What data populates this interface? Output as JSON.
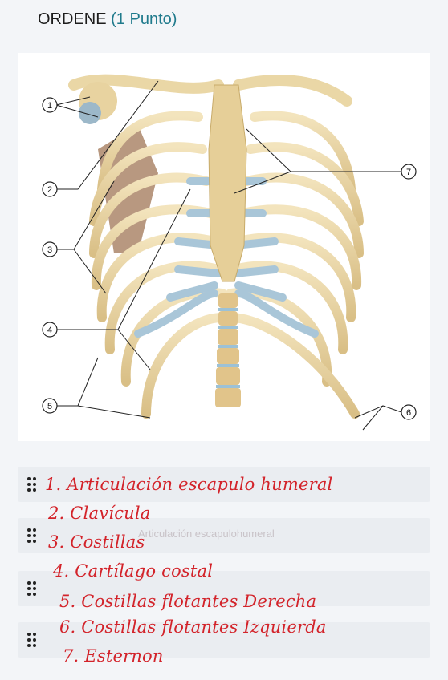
{
  "question": {
    "title": "ORDENE",
    "points": "(1 Punto)"
  },
  "figure": {
    "callouts": [
      "1",
      "2",
      "3",
      "4",
      "5",
      "6",
      "7"
    ]
  },
  "answer_rows": [
    {
      "hint": ""
    },
    {
      "hint": "Articulación escapulohumeral"
    },
    {
      "hint": ""
    },
    {
      "hint": ""
    }
  ],
  "handwritten_answers": [
    "1. Articulación escapulo humeral",
    "2. Clavícula",
    "3. Costillas",
    "4. Cartílago costal",
    "5. Costillas flotantes Derecha",
    "6. Costillas flotantes Izquierda",
    "7. Esternon"
  ],
  "colors": {
    "accent": "#1f7a8c",
    "ink": "#d3232a",
    "bone": "#e9d6a8",
    "cartilage": "#a9c6d8"
  }
}
